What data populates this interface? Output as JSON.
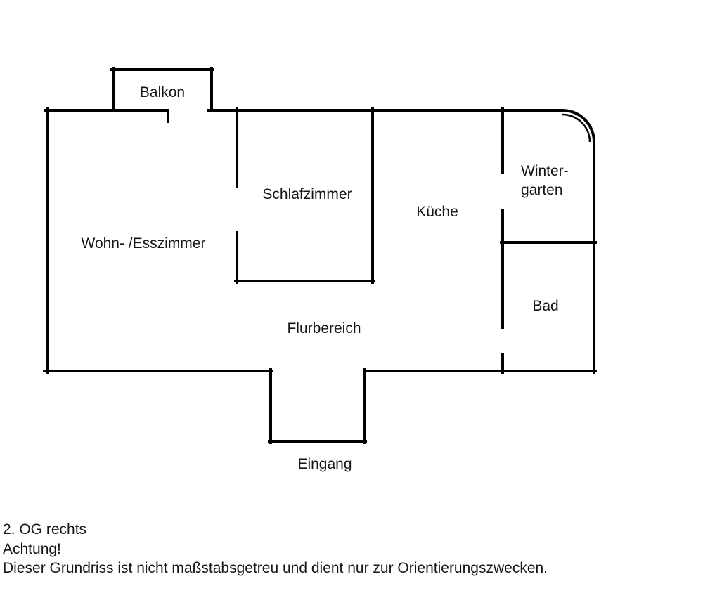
{
  "floorplan": {
    "rooms": {
      "balkon": "Balkon",
      "schlafzimmer": "Schlafzimmer",
      "kueche": "Küche",
      "wintergarten_line1": "Winter-",
      "wintergarten_line2": "garten",
      "wohn_esszimmer": "Wohn- /Esszimmer",
      "bad": "Bad",
      "flurbereich": "Flurbereich",
      "eingang": "Eingang"
    },
    "footer": {
      "line1": "2. OG rechts",
      "line2": "Achtung!",
      "line3": "Dieser Grundriss ist nicht maßstabsgetreu und dient nur zur Orientierungszwecken."
    },
    "colors": {
      "wall": "#000000",
      "background": "#ffffff",
      "text": "#161616"
    }
  }
}
